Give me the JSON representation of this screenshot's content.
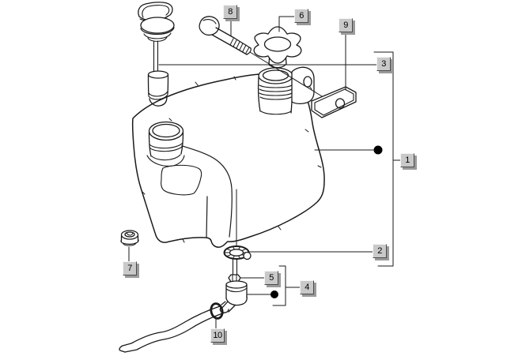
{
  "diagram": {
    "kind": "exploded-parts-diagram",
    "background": "#ffffff",
    "line_color": "#1a1a1a",
    "marker_color": "#000000",
    "callout_style": {
      "face_color": "#c9c9c9",
      "highlight_color": "#f5f5f5",
      "edge_color": "#4a4a4a",
      "shadow_color": "#9a9a9a",
      "text_color": "#000000"
    },
    "callouts": [
      {
        "label": "1"
      },
      {
        "label": "2"
      },
      {
        "label": "3"
      },
      {
        "label": "4"
      },
      {
        "label": "5"
      },
      {
        "label": "6"
      },
      {
        "label": "7"
      },
      {
        "label": "8"
      },
      {
        "label": "9"
      },
      {
        "label": "10"
      }
    ]
  }
}
